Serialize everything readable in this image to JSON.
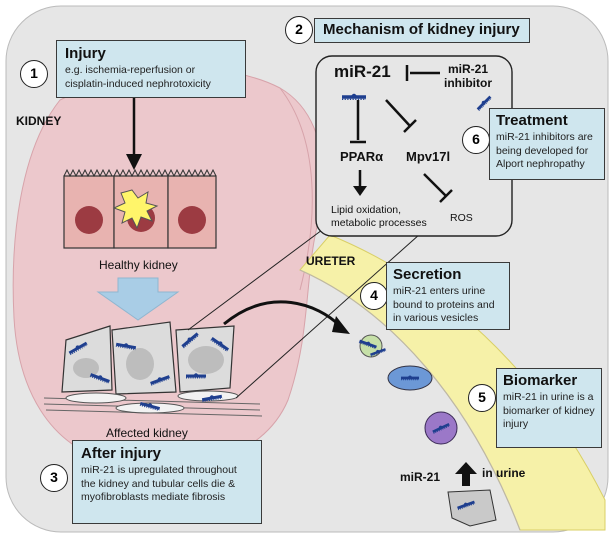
{
  "title_box": {
    "number": "2",
    "title": "Mechanism of kidney injury"
  },
  "kidney_label": "KIDNEY",
  "ureter_label": "URETER",
  "injury": {
    "number": "1",
    "title": "Injury",
    "description": "e.g. ischemia-reperfusion or cisplatin-induced nephrotoxicity"
  },
  "healthy_label": "Healthy kidney",
  "affected_label": "Affected kidney",
  "after_injury": {
    "number": "3",
    "title": "After injury",
    "description": "miR-21 is upregulated throughout the kidney and tubular cells die & myofibroblasts mediate fibrosis"
  },
  "mechanism": {
    "mir21": "miR-21",
    "inhibitor_line1": "miR-21",
    "inhibitor_line2": "inhibitor",
    "ppar": "PPARα",
    "mpv": "Mpv17l",
    "lipid_line1": "Lipid oxidation,",
    "lipid_line2": "metabolic processes",
    "ros": "ROS"
  },
  "treatment": {
    "number": "6",
    "title": "Treatment",
    "description": "miR-21 inhibitors are being developed for Alport nephropathy"
  },
  "secretion": {
    "number": "4",
    "title": "Secretion",
    "description": "miR-21 enters urine bound to proteins and in various vesicles"
  },
  "biomarker": {
    "number": "5",
    "title": "Biomarker",
    "description": "miR-21 in urine is a biomarker of kidney injury"
  },
  "urine_label_left": "miR-21",
  "urine_label_right": "in urine",
  "colors": {
    "background_panel": "#e6e6e6",
    "kidney": "#ecc8cc",
    "ureter": "#f6f1a8",
    "info_box": "#cfe6ee",
    "cell": "#e8b3b0",
    "nucleus": "#9c3b42",
    "mirna": "#1f3f8f"
  }
}
